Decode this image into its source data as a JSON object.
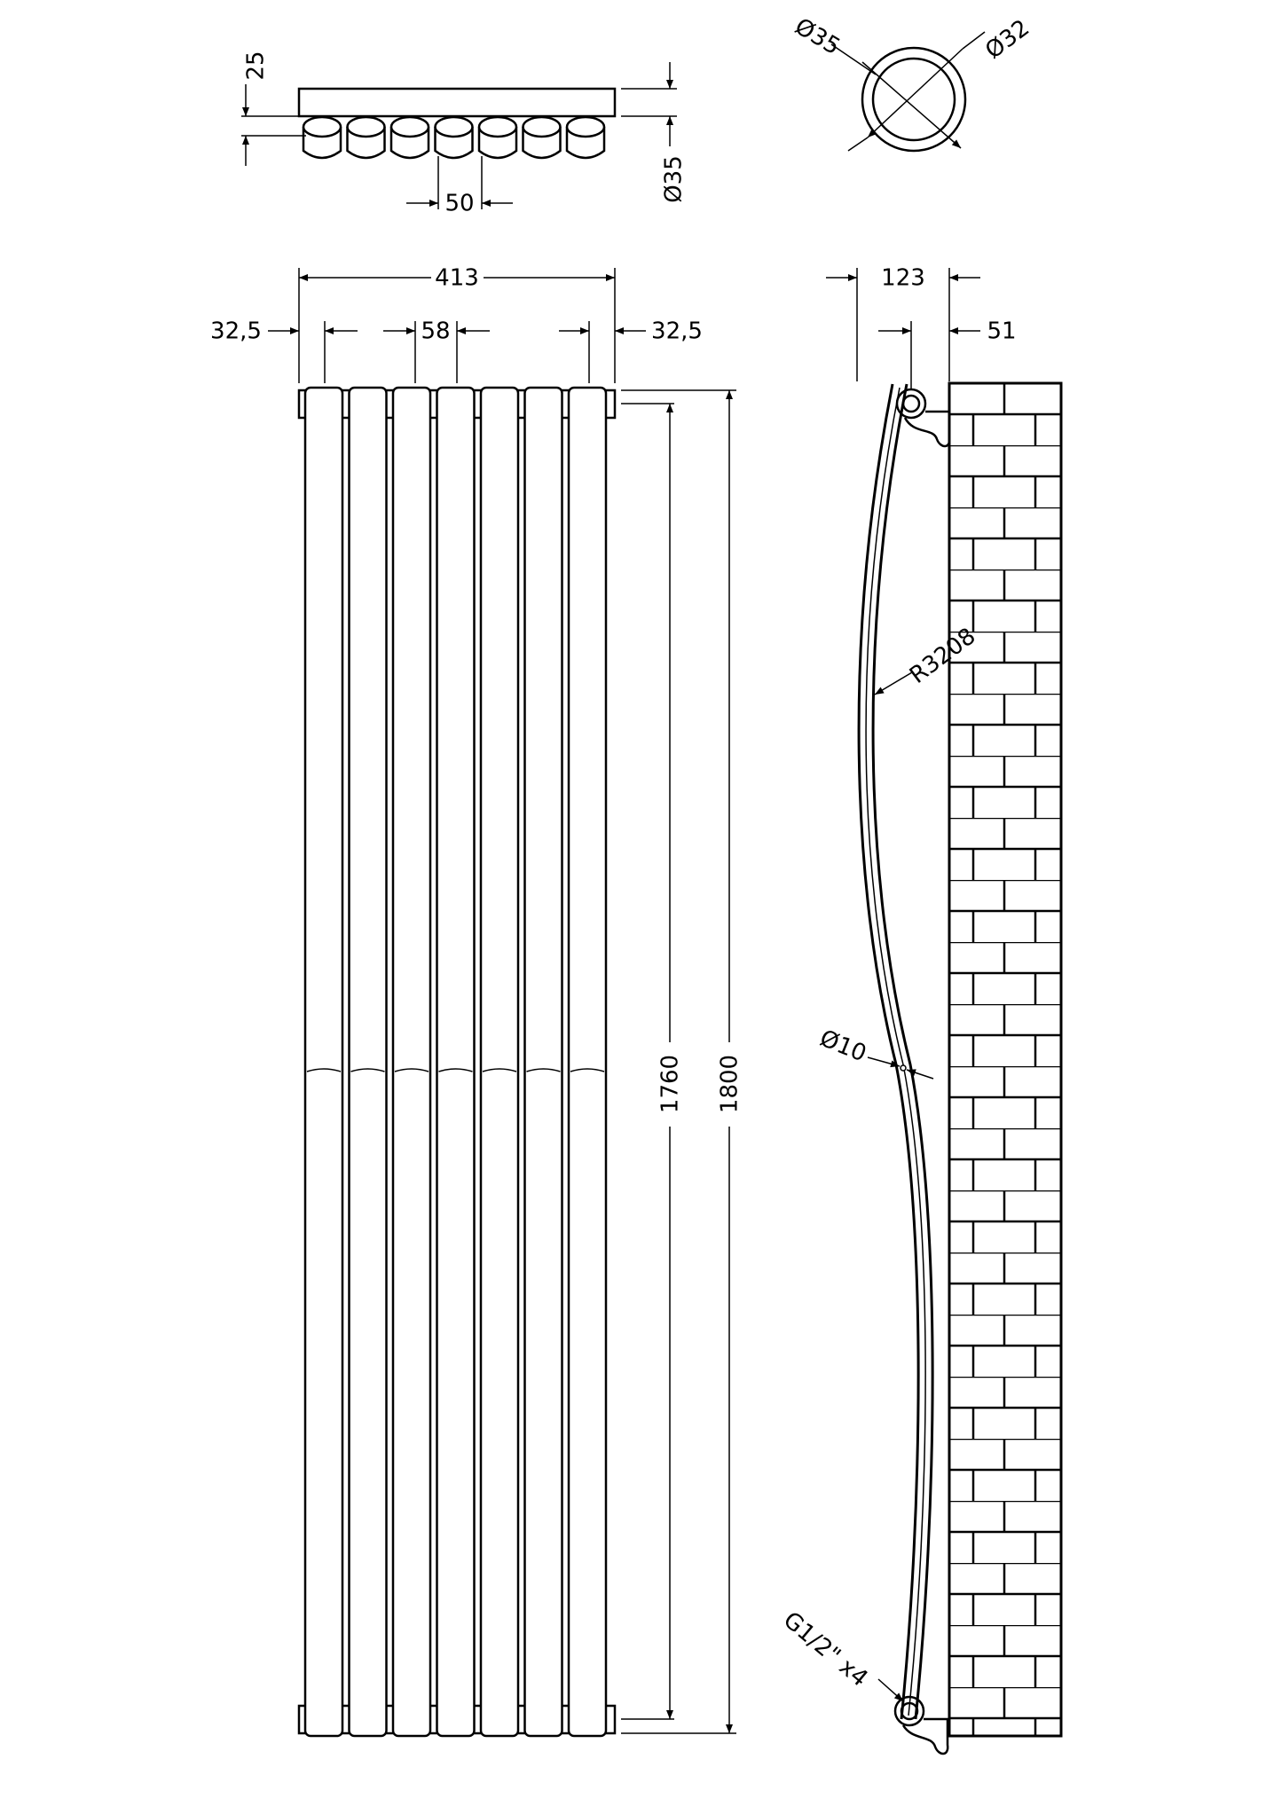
{
  "colors": {
    "line": "#000000",
    "background": "#ffffff"
  },
  "top_view": {
    "fitting_depth": "25",
    "tube_pitch": "50",
    "tube_diameter": "Ø35"
  },
  "section_detail": {
    "outer_diameter": "Ø35",
    "inner_diameter": "Ø32"
  },
  "front_view": {
    "overall_width": "413",
    "edge_margin_left": "32,5",
    "tube_spacing": "58",
    "edge_margin_right": "32,5",
    "tube_length": "1760",
    "overall_height": "1800",
    "tube_count": 7
  },
  "side_view": {
    "overall_depth": "123",
    "wall_clearance": "51",
    "bend_radius": "R3208",
    "bar_diameter": "Ø10",
    "connections": "G1/2\" x4"
  }
}
